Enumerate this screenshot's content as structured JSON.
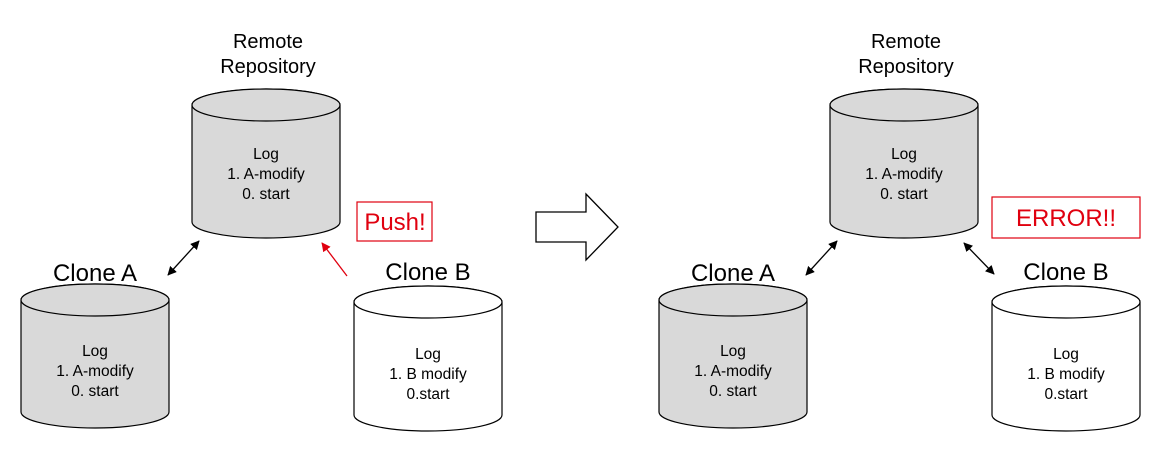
{
  "left_panel": {
    "remote": {
      "title_line1": "Remote",
      "title_line2": "Repository",
      "log_title": "Log",
      "log_line1": "1. A-modify",
      "log_line2": "0. start"
    },
    "clone_a": {
      "title": "Clone A",
      "log_title": "Log",
      "log_line1": "1. A-modify",
      "log_line2": "0. start"
    },
    "clone_b": {
      "title": "Clone B",
      "log_title": "Log",
      "log_line1": "1. B modify",
      "log_line2": "0.start"
    },
    "action_label": "Push!"
  },
  "right_panel": {
    "remote": {
      "title_line1": "Remote",
      "title_line2": "Repository",
      "log_title": "Log",
      "log_line1": "1. A-modify",
      "log_line2": "0. start"
    },
    "clone_a": {
      "title": "Clone A",
      "log_title": "Log",
      "log_line1": "1. A-modify",
      "log_line2": "0. start"
    },
    "clone_b": {
      "title": "Clone B",
      "log_title": "Log",
      "log_line1": "1. B modify",
      "log_line2": "0.start"
    },
    "status_label": "ERROR!!"
  },
  "colors": {
    "updated_fill": "#d9d9d9",
    "outdated_fill": "#ffffff",
    "alert": "#e0000f",
    "outline": "#000000"
  }
}
